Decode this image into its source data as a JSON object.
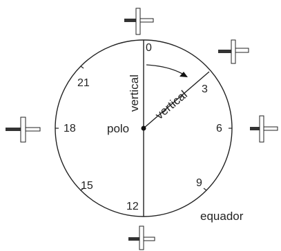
{
  "labels": {
    "pole": "polo",
    "equator": "equador",
    "vertical_reference": "vertical",
    "vertical_rotated": "vertical"
  },
  "hour_marks": [
    "0",
    "3",
    "6",
    "9",
    "12",
    "15",
    "18",
    "21"
  ],
  "colors": {
    "ink": "#222222",
    "dark_bar": "#333333",
    "light_bar": "#ffffff",
    "background": "#ffffff"
  },
  "icons": [
    "gnomon-icon"
  ]
}
